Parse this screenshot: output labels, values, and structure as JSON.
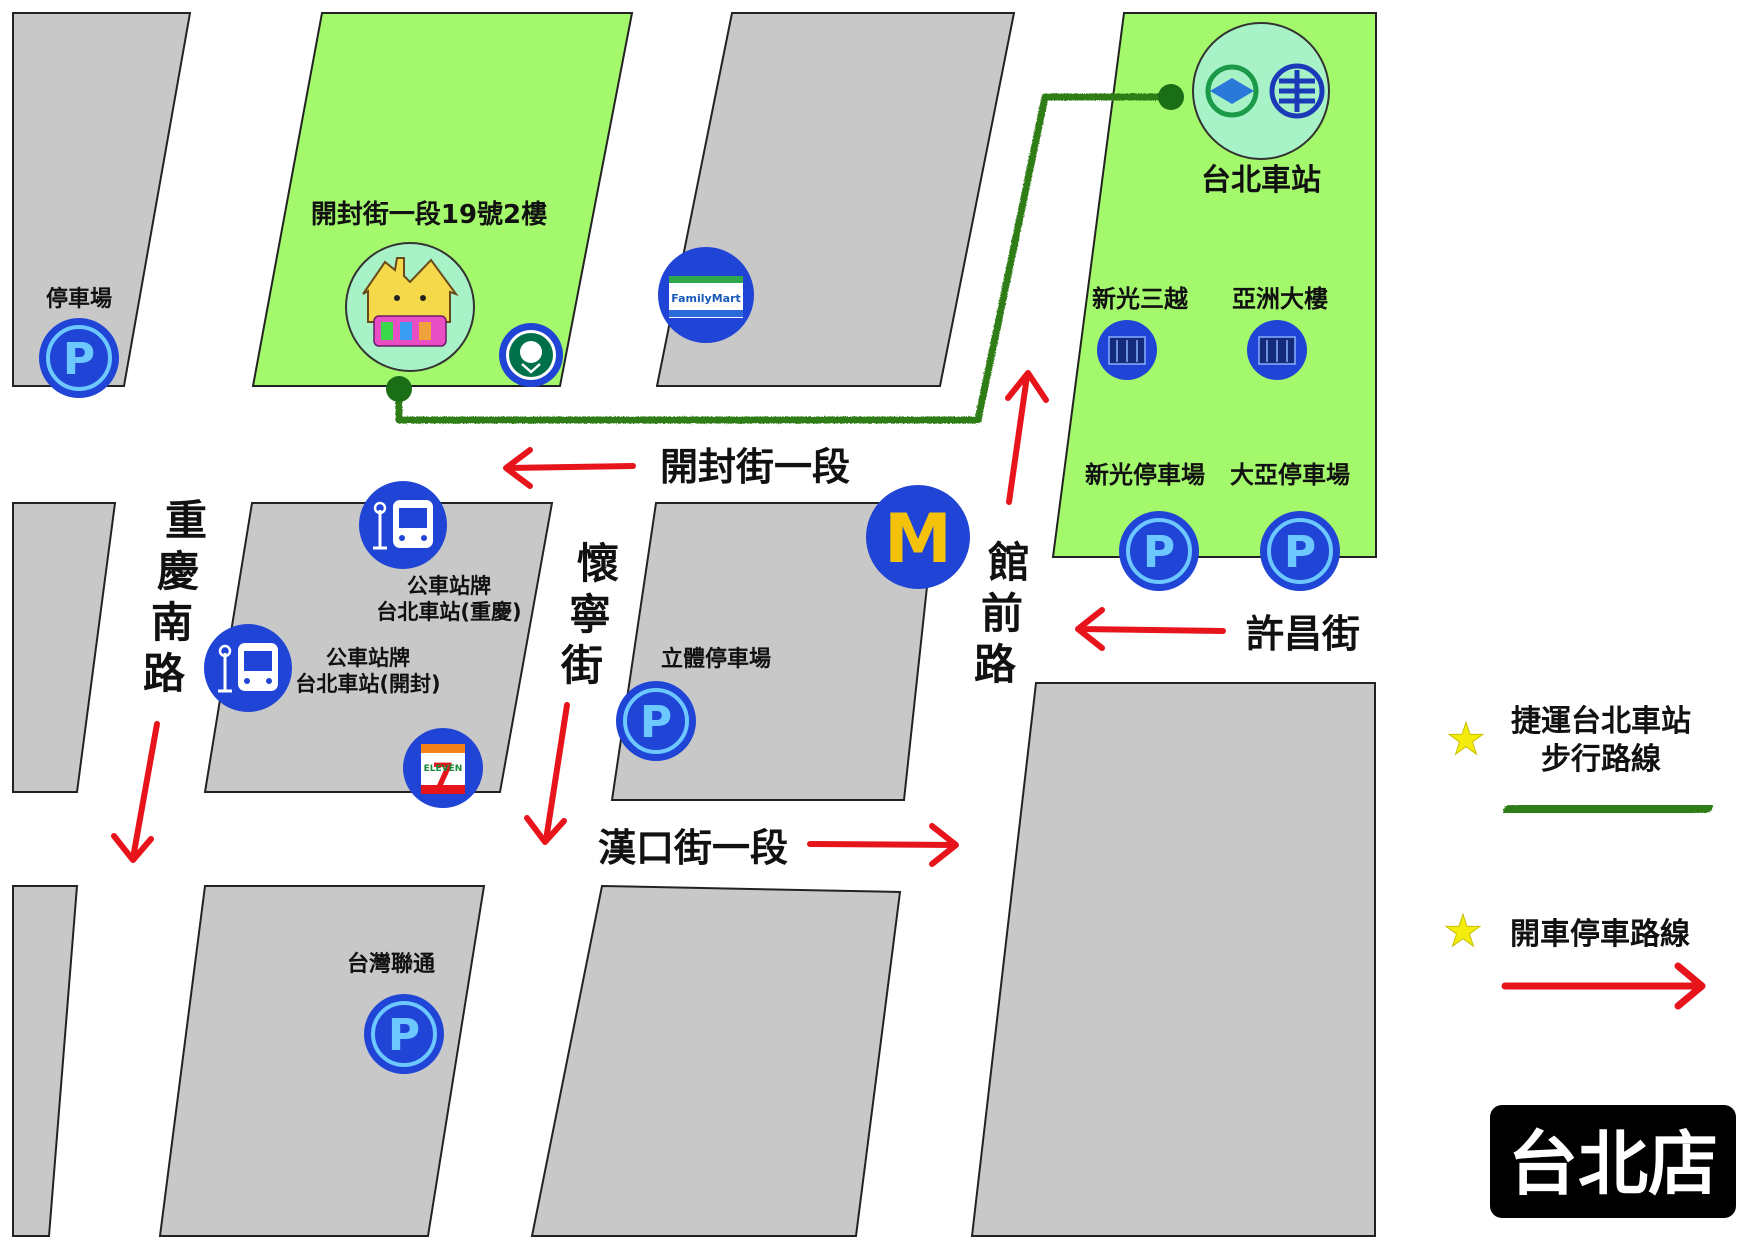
{
  "store_name": "台北店",
  "streets": {
    "kaifeng": "開封街一段",
    "hankou": "漢口街一段",
    "xuchang": "許昌街",
    "chongqing": [
      "重",
      "慶",
      "南",
      "路"
    ],
    "huaining": [
      "懷",
      "寧",
      "街"
    ],
    "guanqian": [
      "館",
      "前",
      "路"
    ]
  },
  "places": {
    "store": "開封街一段19號2樓",
    "taipei_station": "台北車站",
    "parking_left": "停車場",
    "shinkong_mitsukoshi": "新光三越",
    "asia_building": "亞洲大樓",
    "shinkong_parking": "新光停車場",
    "daya_parking": "大亞停車場",
    "liti_parking": "立體停車場",
    "taiwan_liantong": "台灣聯通",
    "bus_stop_chongqing": [
      "公車站牌",
      "台北車站(重慶)"
    ],
    "bus_stop_kaifeng": [
      "公車站牌",
      "台北車站(開封)"
    ]
  },
  "brands": {
    "familymart": "FamilyMart",
    "seven_eleven": "ELEVEN",
    "seven_eleven_number": "7",
    "mcdonalds": "M"
  },
  "legend": {
    "walk_label": [
      "捷運台北車站",
      "步行路線"
    ],
    "drive_label": "開車停車路線"
  },
  "icons": {
    "parking": "P",
    "star": "★"
  },
  "colors": {
    "block_gray": "#c8c8c8",
    "block_green": "#a4f86c",
    "marker_blue": "#1f44d6",
    "walk_route": "#2e7d12",
    "drive_route": "#e8141c",
    "star": "#f4ec0c"
  }
}
